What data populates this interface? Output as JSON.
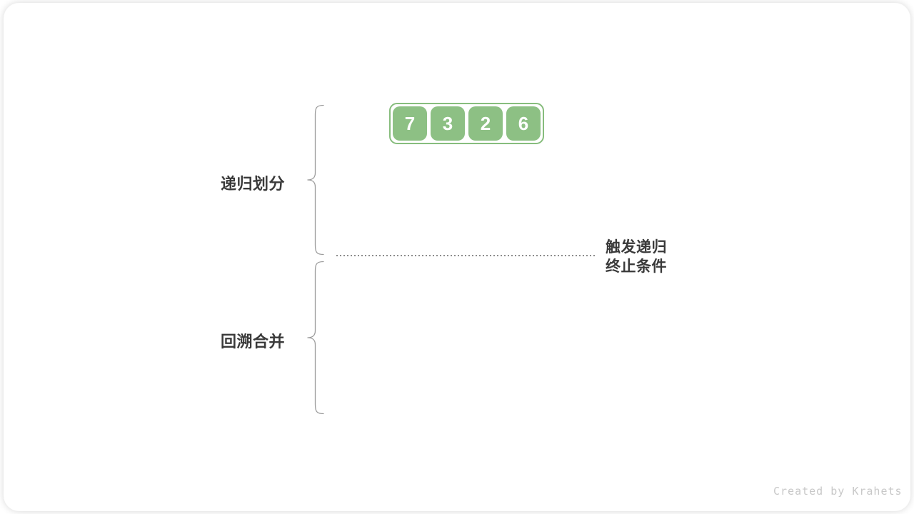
{
  "diagram": {
    "array": {
      "values": [
        "7",
        "3",
        "2",
        "6"
      ]
    },
    "labels": {
      "divide": "递归划分",
      "merge": "回溯合并",
      "terminate_line1": "触发递归",
      "terminate_line2": "终止条件"
    },
    "watermark": "Created by Krahets"
  },
  "colors": {
    "cell_green": "#8dc084",
    "container_border": "#87bd7d",
    "digit_text": "#ffffff",
    "label_text": "#3a3a3a",
    "brace": "#9b9b9b",
    "dotted_line": "#8c8c8c",
    "watermark": "#c8c8c8",
    "card_bg": "#ffffff"
  }
}
